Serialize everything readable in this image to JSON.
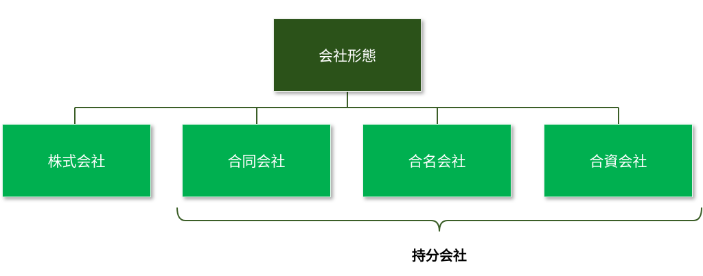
{
  "root": {
    "label": "会社形態"
  },
  "children": [
    {
      "label": "株式会社"
    },
    {
      "label": "合同会社"
    },
    {
      "label": "合名会社"
    },
    {
      "label": "合資会社"
    }
  ],
  "grouping": {
    "label": "持分会社",
    "members": [
      "合同会社",
      "合名会社",
      "合資会社"
    ]
  },
  "colors": {
    "root_fill": "#2b5219",
    "child_fill": "#00b050",
    "connector": "#3b5e27",
    "text_on_box": "#ffffff",
    "group_label": "#000000"
  }
}
